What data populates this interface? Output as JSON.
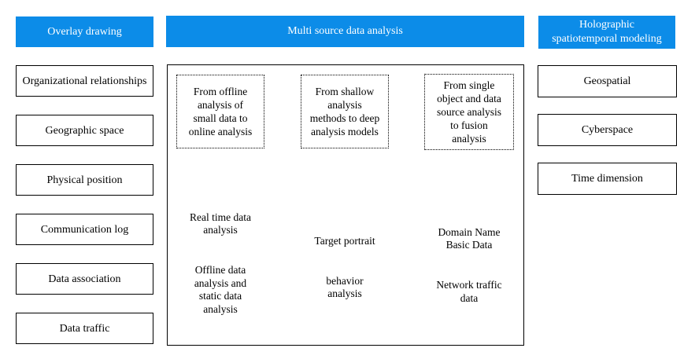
{
  "colors": {
    "accent_blue": "#0c8ce8",
    "border": "#000000",
    "header_text": "#ffffff",
    "body_text": "#000000"
  },
  "left": {
    "header": "Overlay drawing",
    "items": [
      "Organizational relationships",
      "Geographic space",
      "Physical position",
      "Communication log",
      "Data association",
      "Data traffic"
    ]
  },
  "middle": {
    "header": "Multi source data analysis",
    "transitions": [
      "From offline\nanalysis of\nsmall data to\nonline analysis",
      "From shallow\nanalysis\nmethods to deep\nanalysis models",
      "From single\nobject and data\nsource analysis\nto fusion\nanalysis"
    ],
    "groups": [
      {
        "top_text": "Real time data\nanalysis",
        "bottom_text": "Offline data\nanalysis and\nstatic data\nanalysis"
      },
      {
        "top_text": "Target portrait",
        "bottom_text": "behavior\nanalysis"
      },
      {
        "top_text": "Domain Name\nBasic Data",
        "bottom_text": "Network traffic\ndata"
      }
    ]
  },
  "right": {
    "header": "Holographic\nspatiotemporal modeling",
    "items": [
      "Geospatial",
      "Cyberspace",
      "Time dimension"
    ]
  }
}
